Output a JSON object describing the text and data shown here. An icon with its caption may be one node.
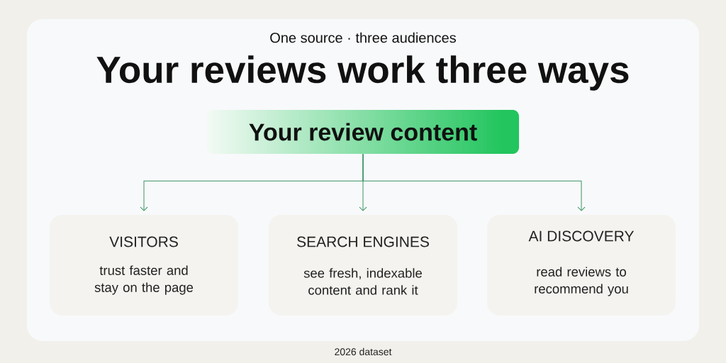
{
  "diagram": {
    "title": "Your reviews work three ways",
    "caption": "2026 dataset",
    "nodes": [
      {
        "text": [
          "Your review content"
        ]
      },
      {
        "text": [
          "VISITORS",
          "trust faster and stay on the page"
        ]
      },
      {
        "text": [
          "SEARCH ENGINES",
          "see fresh, indexable content and rank it"
        ]
      },
      {
        "text": [
          "AI DISCOVERY",
          "read reviews to recommend you"
        ]
      }
    ],
    "edges": [
      {
        "from": 0,
        "to": 1,
        "arrow": "to"
      },
      {
        "from": 0,
        "to": 2,
        "arrow": "to"
      },
      {
        "from": 0,
        "to": 3,
        "arrow": "to"
      }
    ],
    "labels": [
      "One source · three audiences"
    ]
  }
}
